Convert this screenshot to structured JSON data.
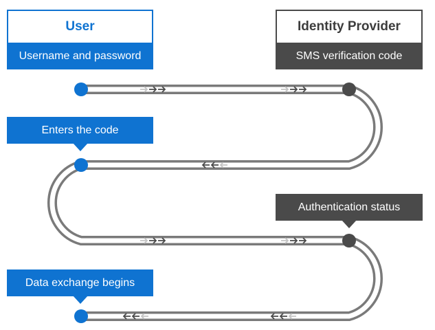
{
  "user": {
    "title": "User",
    "step1": "Username and password",
    "step3": "Enters the code",
    "step5": "Data exchange begins"
  },
  "identity_provider": {
    "title": "Identity Provider",
    "step2": "SMS verification code",
    "step4": "Authentication status"
  },
  "colors": {
    "user_blue": "#0f73d1",
    "provider_gray": "#4a4a4a",
    "track": "#7a7a7a",
    "arrow_faded": "#c4c4c4",
    "arrow_dark": "#4a4a4a"
  },
  "flow": [
    {
      "from": "User",
      "to": "Identity Provider",
      "direction": "right"
    },
    {
      "from": "Identity Provider",
      "to": "User",
      "direction": "left"
    },
    {
      "from": "User",
      "to": "Identity Provider",
      "direction": "right"
    },
    {
      "from": "Identity Provider",
      "to": "User",
      "direction": "left"
    }
  ]
}
